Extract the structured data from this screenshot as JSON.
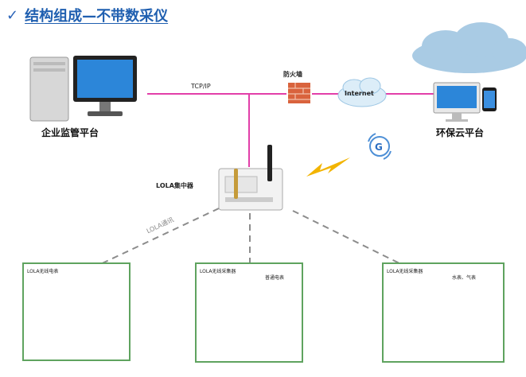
{
  "title": "结构组成—不带数采仪",
  "colors": {
    "title": "#1f5fb0",
    "network_line": "#e23fa9",
    "wireless_dash": "#8c8c8c",
    "panel_border": "#5fa35f"
  },
  "icons": {
    "check": "checkmark-icon",
    "pc": "desktop-computer-icon",
    "firewall": "firewall-brick-icon",
    "internet": "internet-cloud-icon",
    "cloud": "cloud-icon",
    "cloud_devices": "imac-and-tablet-icon",
    "lightning": "lightning-icon",
    "4g": "4g-signal-icon",
    "concentrator": "lola-concentrator-device-icon"
  },
  "labels": {
    "enterprise": "企业监管平台",
    "tcpip": "TCP/IP",
    "firewall": "防火墙",
    "internet": "Internet",
    "cloud_platform": "环保云平台",
    "concentrator": "LOLA集中器",
    "lola_comm": "LOLA通讯"
  },
  "panels": [
    {
      "label": "LOLA无线电表"
    },
    {
      "label": "LOLA无线采集器",
      "sub": "普通电表"
    },
    {
      "label": "LOLA无线采集器",
      "sub": "水表、气表"
    }
  ]
}
